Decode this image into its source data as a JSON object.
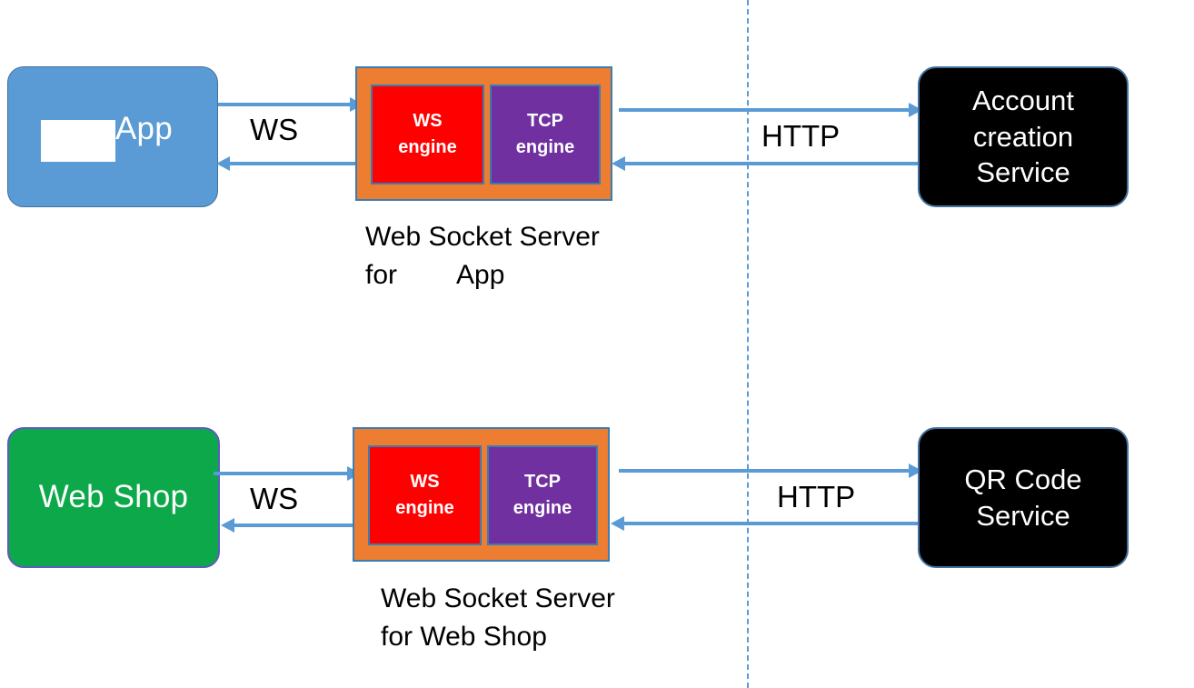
{
  "diagram": {
    "title": "WebSocket server architecture",
    "colors": {
      "client_app": "#5B9BD5",
      "client_shop": "#0DA849",
      "server_container": "#ED7D31",
      "ws_engine": "#FF0000",
      "tcp_engine": "#7030A0",
      "service": "#000000",
      "connector": "#5B9BD5",
      "border": "#41719C"
    },
    "rows": [
      {
        "id": "app-row",
        "client": {
          "label": "App",
          "redacted": true
        },
        "client_link_label": "WS",
        "server": {
          "engines": [
            {
              "line1": "WS",
              "line2": "engine"
            },
            {
              "line1": "TCP",
              "line2": "engine"
            }
          ],
          "caption_line1": "Web Socket Server",
          "caption_line2": "for        App"
        },
        "service_link_label": "HTTP",
        "service": {
          "line1": "Account",
          "line2": "creation",
          "line3": "Service"
        }
      },
      {
        "id": "shop-row",
        "client": {
          "label": "Web Shop",
          "redacted": false
        },
        "client_link_label": "WS",
        "server": {
          "engines": [
            {
              "line1": "WS",
              "line2": "engine"
            },
            {
              "line1": "TCP",
              "line2": "engine"
            }
          ],
          "caption_line1": "Web Socket Server",
          "caption_line2": "for Web Shop"
        },
        "service_link_label": "HTTP",
        "service": {
          "line1": "QR Code",
          "line2": "Service",
          "line3": ""
        }
      }
    ]
  }
}
